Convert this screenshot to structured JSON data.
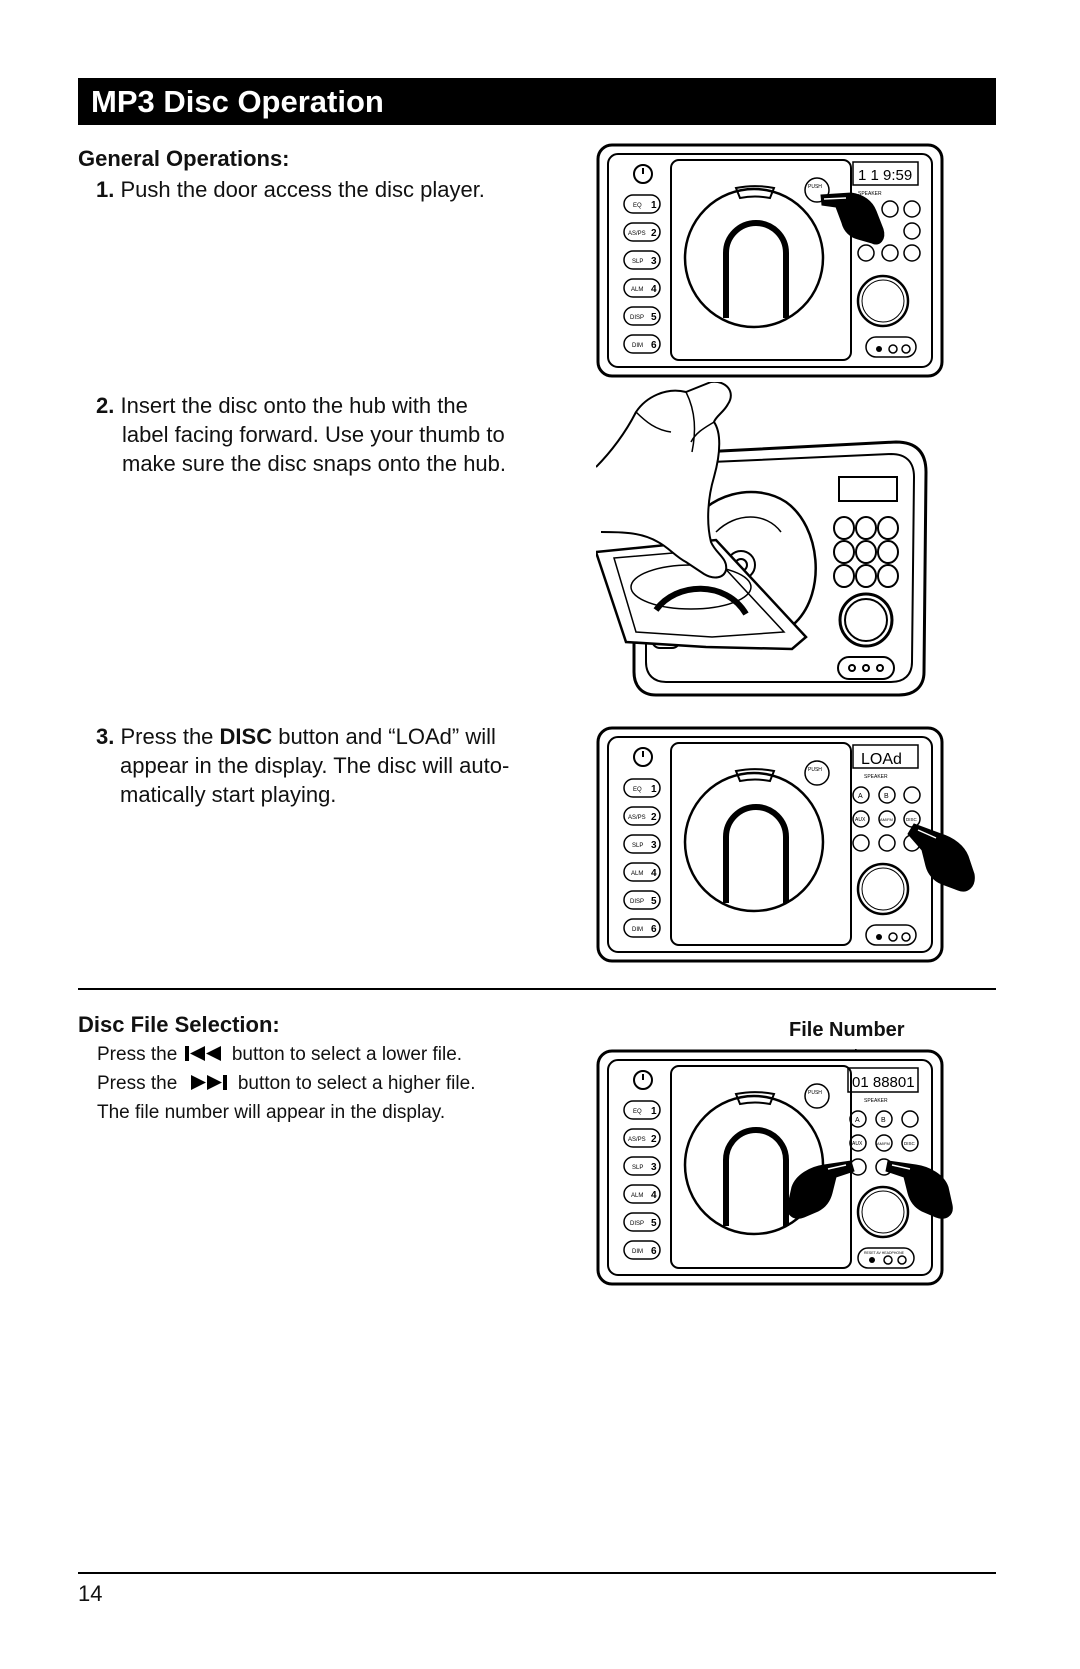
{
  "header": {
    "title": "MP3 Disc Operation"
  },
  "general": {
    "heading": "General Operations:",
    "steps": [
      {
        "num": "1.",
        "text": "Push the door access the disc player."
      },
      {
        "num": "2.",
        "line1": "Insert the disc onto the hub with the",
        "line2": "label facing forward. Use your thumb to",
        "line3": "make sure the disc snaps onto the hub."
      },
      {
        "num": "3.",
        "pre": "Press the ",
        "bold": "DISC",
        "post": " button and “LOAd” will",
        "line2": "appear in the display. The disc will auto-",
        "line3": "matically start playing."
      }
    ]
  },
  "file_selection": {
    "heading": "Disc File Selection:",
    "line1_pre": "Press the ",
    "line1_post": " button to select a lower file.",
    "line2_pre": "Press the ",
    "line2_post": " button to select a higher file.",
    "line3": "The file number will appear in the display.",
    "callout": "File Number"
  },
  "device": {
    "left_buttons": [
      {
        "label": "EQ",
        "num": "1"
      },
      {
        "label": "AS/PS",
        "num": "2"
      },
      {
        "label": "SLP",
        "num": "3"
      },
      {
        "label": "ALM",
        "num": "4"
      },
      {
        "label": "DISP",
        "num": "5"
      },
      {
        "label": "DIM",
        "num": "6"
      }
    ],
    "push_label": "PUSH",
    "speaker_label": "SPEAKER",
    "btn_a": "A",
    "btn_b": "B",
    "btn_aux": "AUX",
    "btn_am": "AM/FM",
    "btn_disc": "DISC",
    "display1": "1 1  9:59",
    "display3": "LOAd",
    "display4": "01 88801",
    "jack_labels": "RESET  AV  HEADPHONE"
  },
  "footer": {
    "page": "14"
  }
}
